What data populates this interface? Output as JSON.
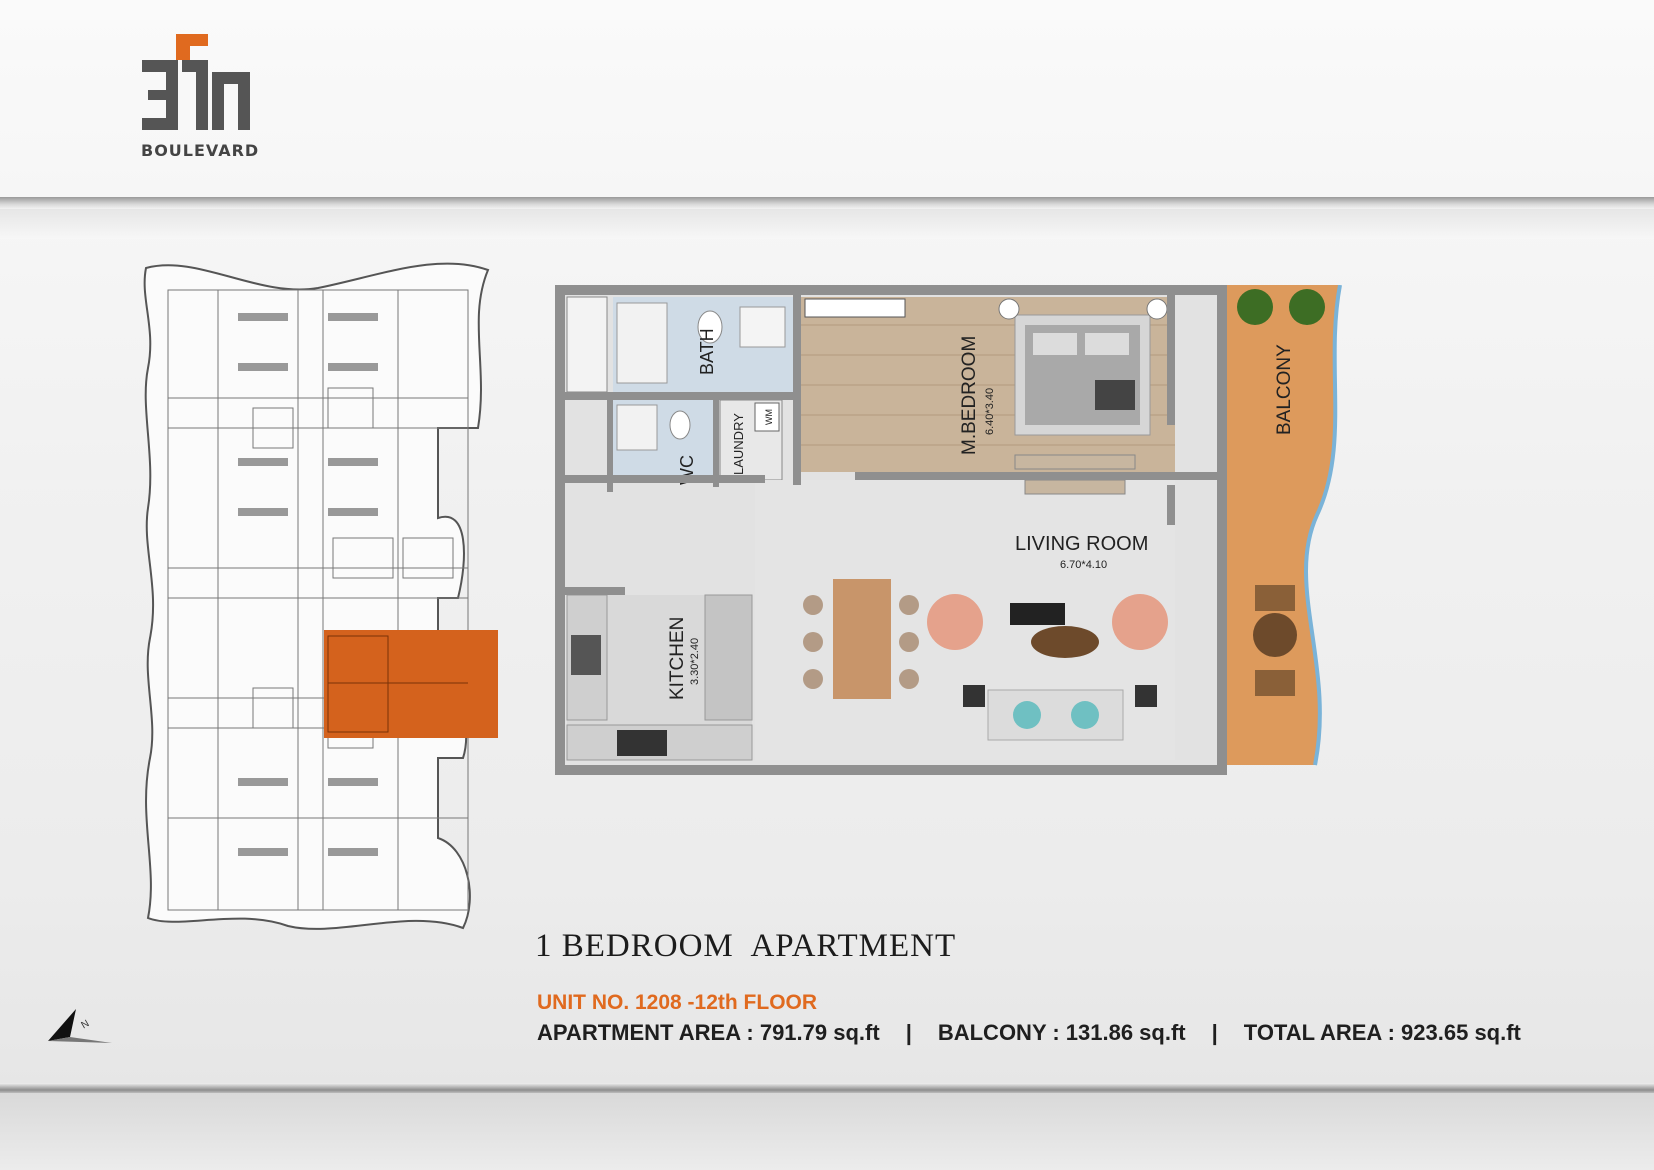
{
  "header": {
    "logo_text": "311",
    "logo_word": "BOULEVARD"
  },
  "plan": {
    "rooms": {
      "bath": "BATH",
      "wc": "WC",
      "laundry": "LAUNDRY",
      "wm": "WM",
      "bedroom": "M.BEDROOM",
      "bedroom_dim": "6.40*3.40",
      "balcony": "BALCONY",
      "living": "LIVING ROOM",
      "living_dim": "6.70*4.10",
      "kitchen": "KITCHEN",
      "kitchen_dim": "3.30*2.40"
    }
  },
  "title": "1 BEDROOM  APARTMENT",
  "unit": "UNIT NO.  1208 -12th FLOOR",
  "areas": {
    "apartment": "APARTMENT AREA : 791.79 sq.ft",
    "sep1": "|",
    "balcony": "BALCONY : 131.86 sq.ft",
    "sep2": "|",
    "total": "TOTAL AREA : 923.65 sq.ft"
  },
  "north": {
    "label": "N"
  },
  "colors": {
    "accent": "#e06a1f",
    "highlight": "#d4621d",
    "wood": "#c9b49a",
    "balcony_floor": "#dd9a5c"
  }
}
